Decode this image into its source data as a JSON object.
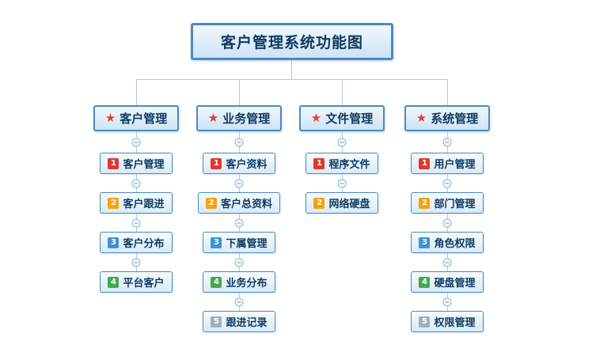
{
  "root": {
    "title": "客户管理系统功能图"
  },
  "icons": {
    "star": "★"
  },
  "colors": {
    "box_border": "#4a8ac4",
    "connector_line": "#a9cbe4",
    "node_text": "#0e3a5f",
    "star": "#e63c30",
    "badges": {
      "1": "#e0382b",
      "2": "#f7a30d",
      "3": "#3f92d2",
      "4": "#43a94e",
      "5": "#9fb1ba"
    }
  },
  "branches": [
    {
      "label": "客户管理",
      "children": [
        {
          "n": "1",
          "label": "客户管理"
        },
        {
          "n": "2",
          "label": "客户跟进"
        },
        {
          "n": "3",
          "label": "客户分布"
        },
        {
          "n": "4",
          "label": "平台客户"
        }
      ]
    },
    {
      "label": "业务管理",
      "children": [
        {
          "n": "1",
          "label": "客户资料"
        },
        {
          "n": "2",
          "label": "客户总资料"
        },
        {
          "n": "3",
          "label": "下属管理"
        },
        {
          "n": "4",
          "label": "业务分布"
        },
        {
          "n": "5",
          "label": "跟进记录"
        }
      ]
    },
    {
      "label": "文件管理",
      "children": [
        {
          "n": "1",
          "label": "程序文件"
        },
        {
          "n": "2",
          "label": "网络硬盘"
        }
      ]
    },
    {
      "label": "系统管理",
      "children": [
        {
          "n": "1",
          "label": "用户管理"
        },
        {
          "n": "2",
          "label": "部门管理"
        },
        {
          "n": "3",
          "label": "角色权限"
        },
        {
          "n": "4",
          "label": "硬盘管理"
        },
        {
          "n": "5",
          "label": "权限管理"
        }
      ]
    }
  ]
}
